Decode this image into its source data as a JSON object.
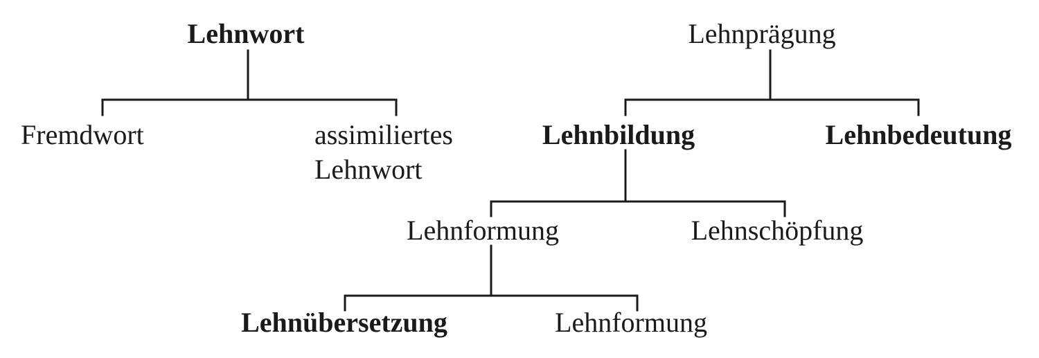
{
  "tree_left": {
    "root": "Lehnwort",
    "child_1": "Fremdwort",
    "child_2_line1": "assimiliertes",
    "child_2_line2": "Lehnwort"
  },
  "tree_right": {
    "root": "Lehnprägung",
    "lehnbildung": "Lehnbildung",
    "lehnbedeutung": "Lehnbedeutung",
    "lehnformung": "Lehnformung",
    "lehnschoepfung": "Lehnschöpfung",
    "lehnuebersetzung": "Lehnübersetzung",
    "lehnformung_leaf": "Lehnformung"
  },
  "colors": {
    "text": "#1a1a1a",
    "line": "#1a1a1a",
    "background": "#ffffff"
  }
}
